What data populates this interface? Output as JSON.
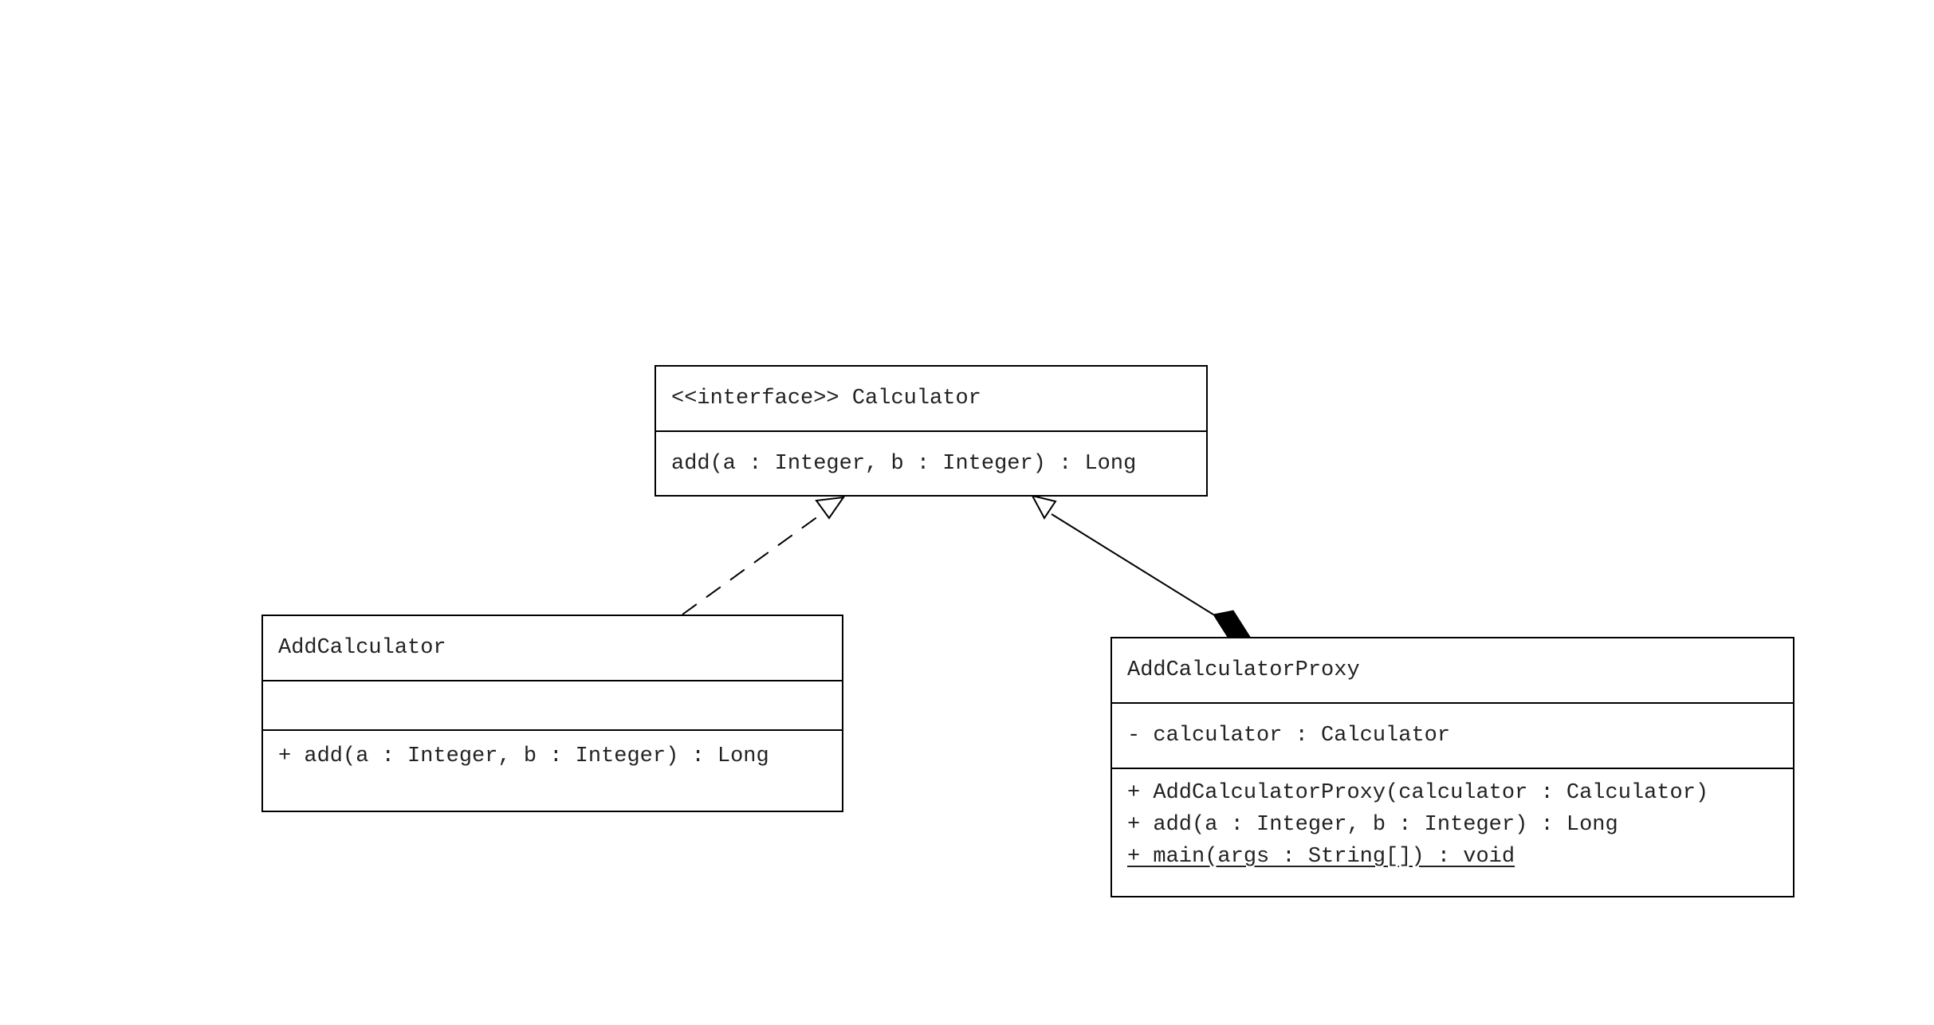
{
  "diagram": {
    "classes": {
      "calculator": {
        "name": "<<interface>> Calculator",
        "attributes": [],
        "operations": [
          "add(a : Integer, b : Integer) : Long"
        ]
      },
      "add_calculator": {
        "name": "AddCalculator",
        "attributes": [],
        "operations": [
          "+ add(a : Integer, b : Integer) : Long"
        ]
      },
      "add_calculator_proxy": {
        "name": "AddCalculatorProxy",
        "attributes": [
          "- calculator : Calculator"
        ],
        "operations": [
          "+ AddCalculatorProxy(calculator : Calculator)",
          "+ add(a : Integer, b : Integer) : Long",
          "+ main(args : String[]) : void"
        ]
      }
    },
    "relationships": [
      {
        "type": "realization",
        "from": "AddCalculator",
        "to": "Calculator",
        "line": "dashed",
        "head": "hollow-triangle"
      },
      {
        "type": "generalization",
        "from": "AddCalculatorProxy",
        "to": "Calculator",
        "line": "solid",
        "head": "hollow-triangle"
      },
      {
        "type": "composition",
        "whole": "AddCalculatorProxy",
        "part": "Calculator",
        "end": "filled-diamond"
      }
    ],
    "colors": {
      "line": "#000000",
      "text": "#222222",
      "background": "#ffffff"
    }
  }
}
